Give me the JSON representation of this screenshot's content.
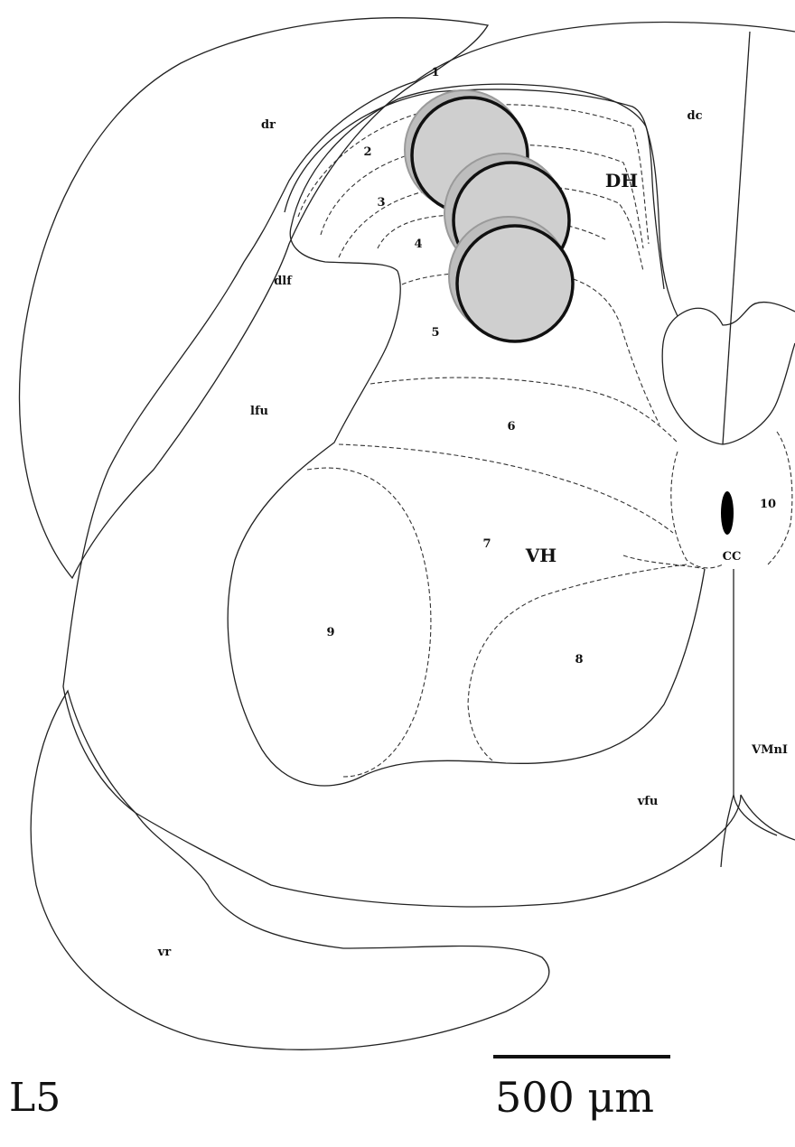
{
  "figure": {
    "level_label": "L5",
    "scale_bar_label": "500 μm",
    "colors": {
      "line": "#222222",
      "site_fill": "#cfcfcf",
      "site_edge": "#111111",
      "canal": "#000000"
    }
  },
  "regions": {
    "lamina_1": "1",
    "lamina_2": "2",
    "lamina_3": "3",
    "lamina_4": "4",
    "lamina_5": "5",
    "lamina_6": "6",
    "lamina_7": "7",
    "lamina_8": "8",
    "lamina_9": "9",
    "lamina_10": "10",
    "dorsal_horn": "DH",
    "ventral_horn": "VH",
    "central_canal": "CC",
    "dorsal_root": "dr",
    "dorsal_column": "dc",
    "dorsolateral_fasciculus": "dlf",
    "lateral_funiculus": "lfu",
    "ventral_funiculus": "vfu",
    "ventral_median_fissure": "VMnI",
    "ventral_root": "vr"
  }
}
